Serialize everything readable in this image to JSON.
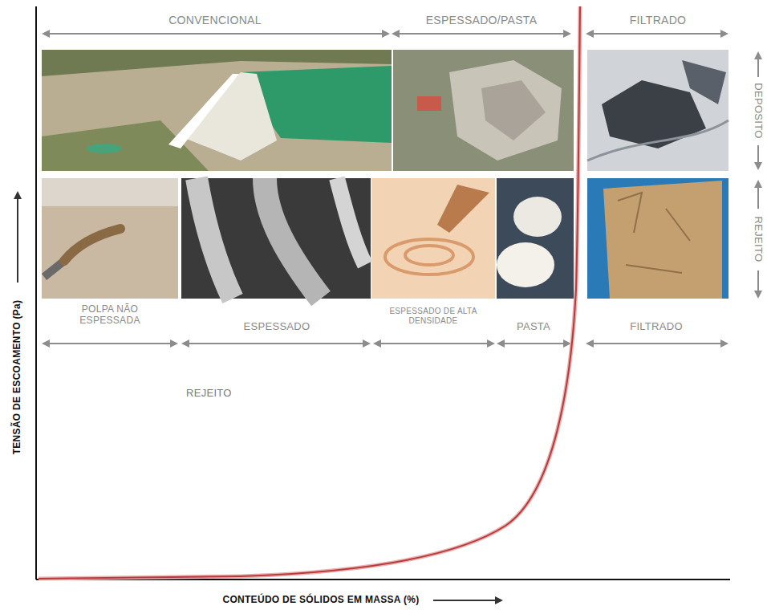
{
  "diagram": {
    "labels": [
      "CONVENCIONAL",
      "ESPESSADO/PASTA",
      "FILTRADO",
      "DEPOSITO",
      "REJEITO",
      "POLPA NÃO ESPESSADA",
      "ESPESSADO",
      "ESPESSADO DE ALTA DENSIDADE",
      "PASTA",
      "FILTRADO",
      "REJEITO",
      "TENSÃO DE ESCOAMENTO (Pa)",
      "CONTEÚDO DE SÓLIDOS EM MASSA (%)"
    ]
  }
}
